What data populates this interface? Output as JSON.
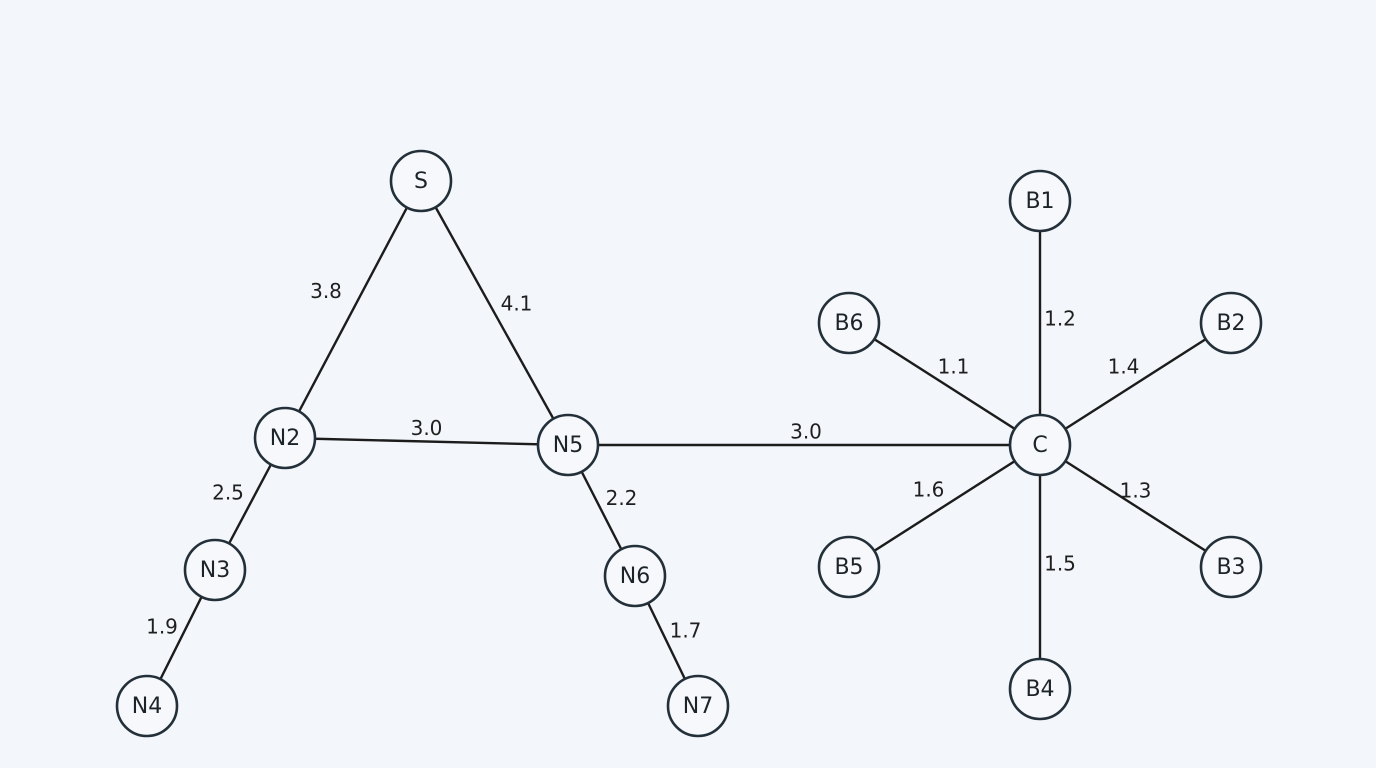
{
  "diagram": {
    "nodes": [
      {
        "id": "S",
        "label": "S"
      },
      {
        "id": "N2",
        "label": "N2"
      },
      {
        "id": "N3",
        "label": "N3"
      },
      {
        "id": "N4",
        "label": "N4"
      },
      {
        "id": "N5",
        "label": "N5"
      },
      {
        "id": "N6",
        "label": "N6"
      },
      {
        "id": "N7",
        "label": "N7"
      },
      {
        "id": "C",
        "label": "C"
      },
      {
        "id": "B1",
        "label": "B1"
      },
      {
        "id": "B2",
        "label": "B2"
      },
      {
        "id": "B3",
        "label": "B3"
      },
      {
        "id": "B4",
        "label": "B4"
      },
      {
        "id": "B5",
        "label": "B5"
      },
      {
        "id": "B6",
        "label": "B6"
      }
    ],
    "edges": [
      {
        "from": "S",
        "to": "N2",
        "weight": "3.8"
      },
      {
        "from": "S",
        "to": "N5",
        "weight": "4.1"
      },
      {
        "from": "N2",
        "to": "N5",
        "weight": "3.0"
      },
      {
        "from": "N2",
        "to": "N3",
        "weight": "2.5"
      },
      {
        "from": "N3",
        "to": "N4",
        "weight": "1.9"
      },
      {
        "from": "N5",
        "to": "N6",
        "weight": "2.2"
      },
      {
        "from": "N6",
        "to": "N7",
        "weight": "1.7"
      },
      {
        "from": "N5",
        "to": "C",
        "weight": "3.0"
      },
      {
        "from": "C",
        "to": "B1",
        "weight": "1.2"
      },
      {
        "from": "C",
        "to": "B2",
        "weight": "1.4"
      },
      {
        "from": "C",
        "to": "B3",
        "weight": "1.3"
      },
      {
        "from": "C",
        "to": "B4",
        "weight": "1.5"
      },
      {
        "from": "C",
        "to": "B5",
        "weight": "1.6"
      },
      {
        "from": "C",
        "to": "B6",
        "weight": "1.1"
      }
    ]
  }
}
